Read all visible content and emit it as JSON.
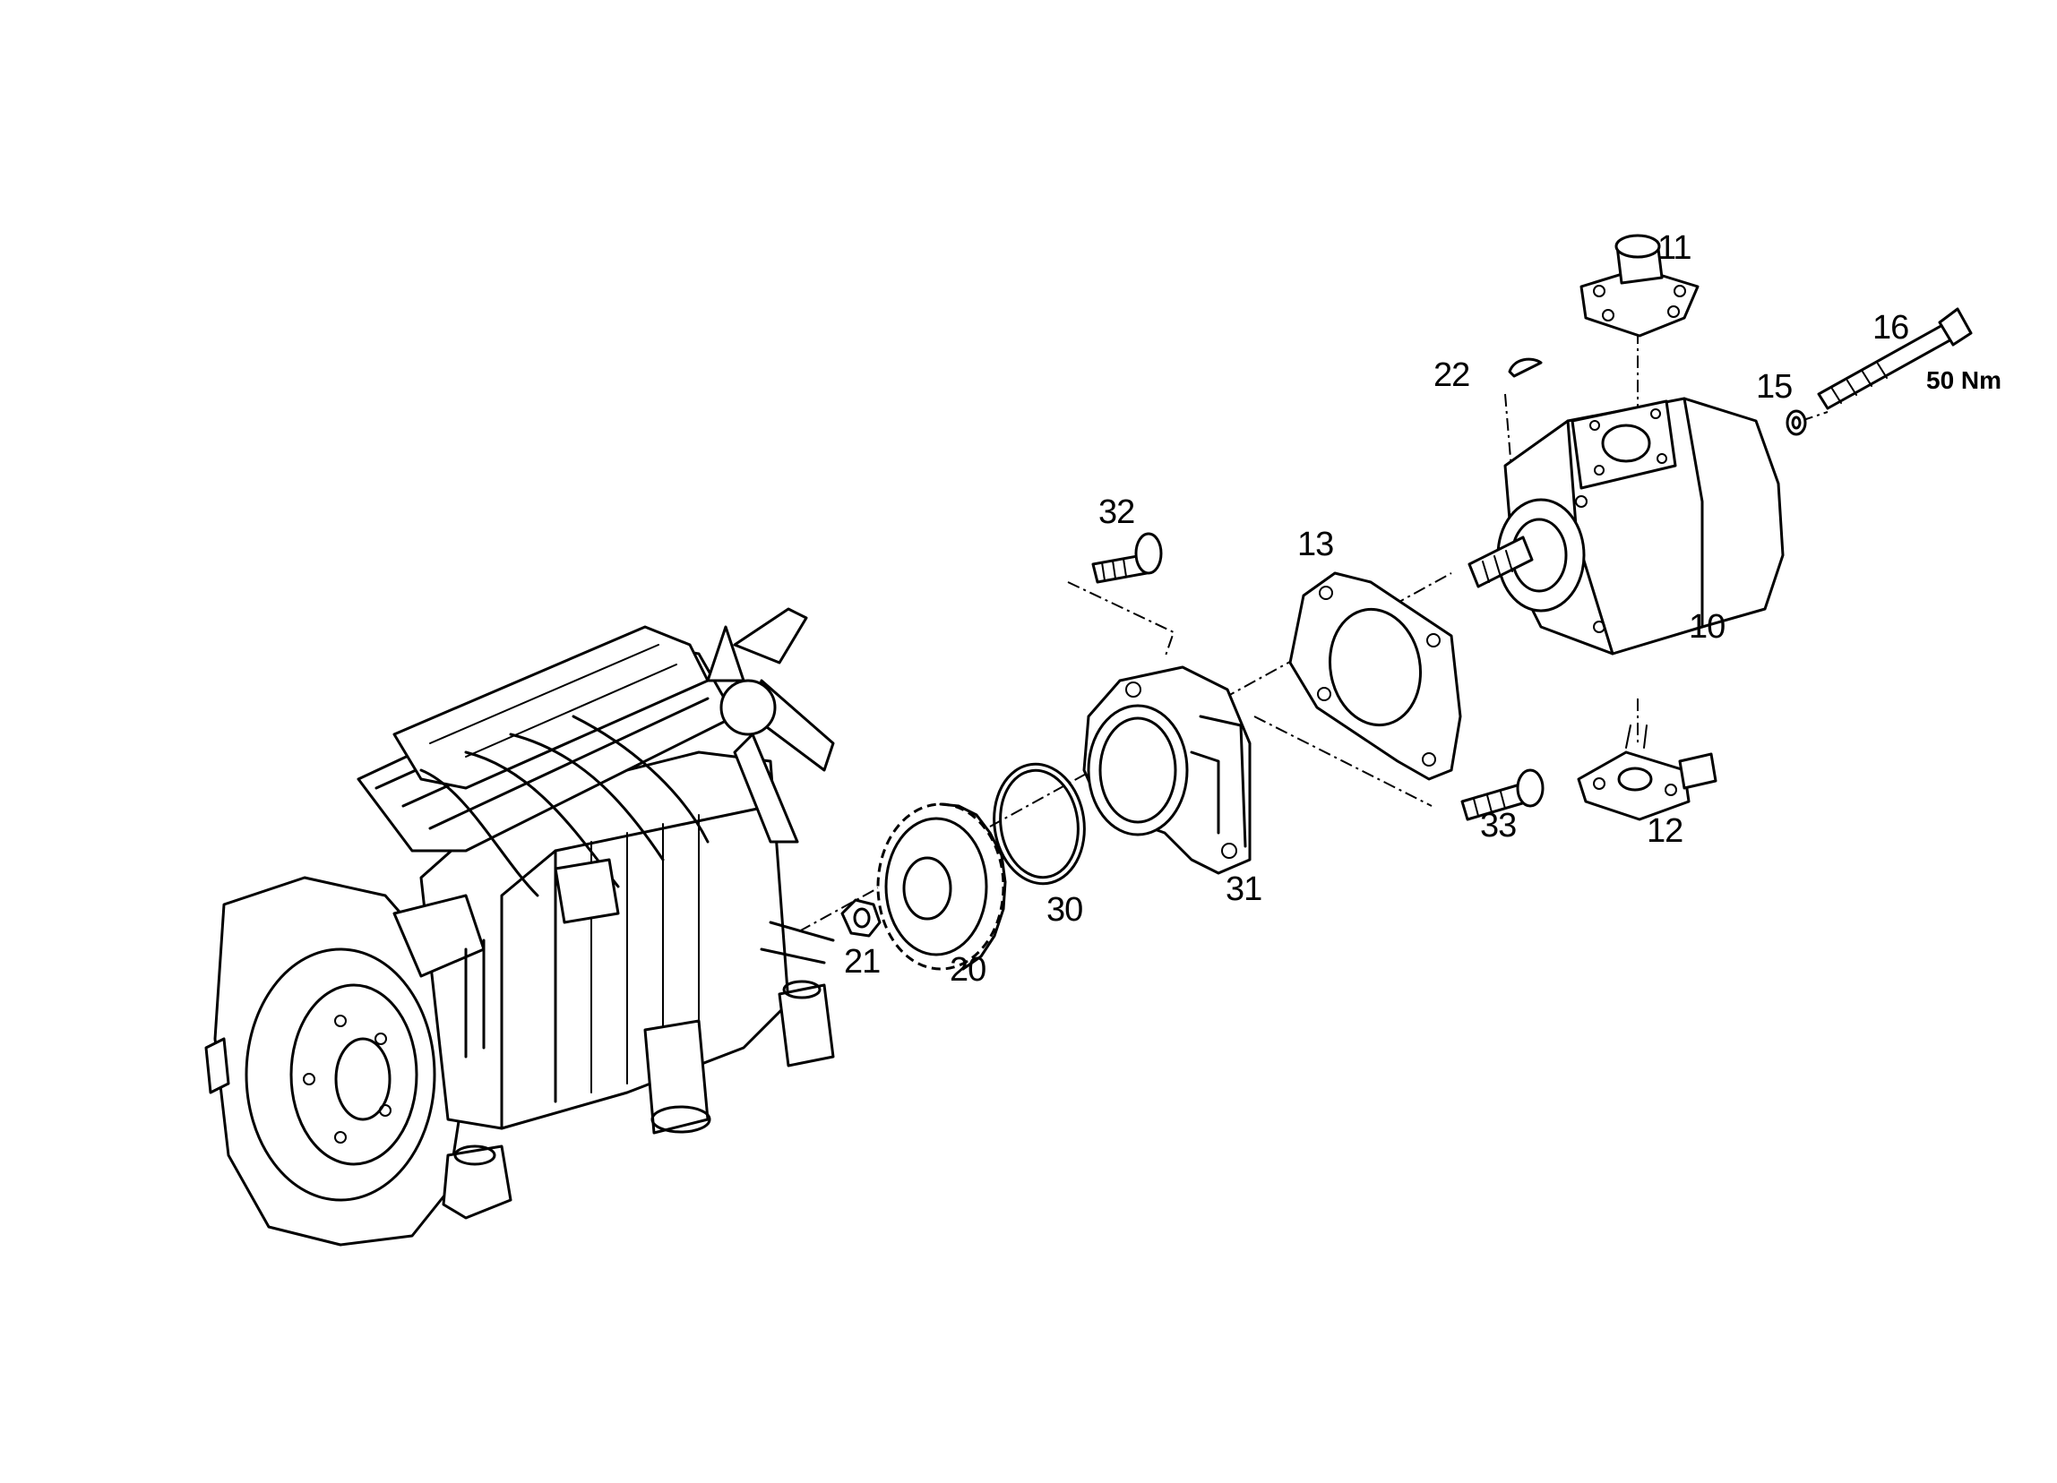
{
  "callouts": {
    "c10": "10",
    "c11": "11",
    "c12": "12",
    "c13": "13",
    "c15": "15",
    "c16": "16",
    "c20": "20",
    "c21": "21",
    "c22": "22",
    "c30": "30",
    "c31": "31",
    "c32": "32",
    "c33": "33"
  },
  "torque_spec": "50 Nm"
}
